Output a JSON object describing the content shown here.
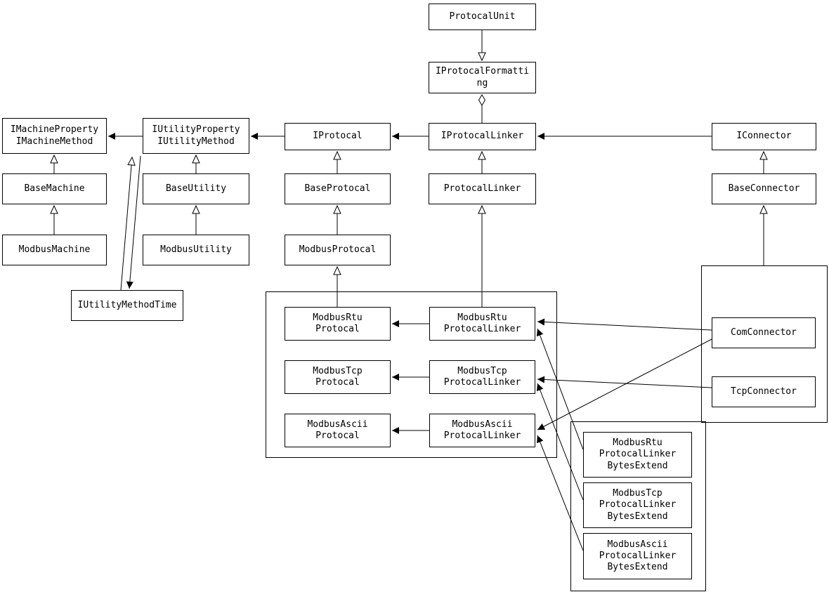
{
  "diagram": {
    "nodes": {
      "protocal_unit": "ProtocalUnit",
      "iprotocal_formatting": "IProtocalFormatti\nng",
      "iprotocal_linker": "IProtocalLinker",
      "iprotocal": "IProtocal",
      "iutility": "IUtilityProperty\nIUtilityMethod",
      "imachine": "IMachineProperty\nIMachineMethod",
      "base_machine": "BaseMachine",
      "modbus_machine": "ModbusMachine",
      "base_utility": "BaseUtility",
      "modbus_utility": "ModbusUtility",
      "iutility_method_time": "IUtilityMethodTime",
      "base_protocal": "BaseProtocal",
      "modbus_protocal": "ModbusProtocal",
      "protocal_linker": "ProtocalLinker",
      "iconnector": "IConnector",
      "base_connector": "BaseConnector",
      "modbus_rtu_protocal": "ModbusRtu\nProtocal",
      "modbus_rtu_protocal_linker": "ModbusRtu\nProtocalLinker",
      "modbus_tcp_protocal": "ModbusTcp\nProtocal",
      "modbus_tcp_protocal_linker": "ModbusTcp\nProtocalLinker",
      "modbus_ascii_protocal": "ModbusAscii\nProtocal",
      "modbus_ascii_protocal_linker": "ModbusAscii\nProtocalLinker",
      "com_connector": "ComConnector",
      "tcp_connector": "TcpConnector",
      "modbus_rtu_plbe": "ModbusRtu\nProtocalLinker\nBytesExtend",
      "modbus_tcp_plbe": "ModbusTcp\nProtocalLinker\nBytesExtend",
      "modbus_ascii_plbe": "ModbusAscii\nProtocalLinker\nBytesExtend"
    },
    "edges": [
      {
        "from": "ProtocalUnit",
        "to": "IProtocalFormatting",
        "type": "generalization"
      },
      {
        "from": "IProtocalLinker",
        "to": "IProtocalFormatting",
        "type": "aggregation"
      },
      {
        "from": "IProtocalLinker",
        "to": "IProtocal",
        "type": "association"
      },
      {
        "from": "IProtocal",
        "to": "IUtilityProperty/IUtilityMethod",
        "type": "association"
      },
      {
        "from": "IUtilityProperty/IUtilityMethod",
        "to": "IMachineProperty/IMachineMethod",
        "type": "association"
      },
      {
        "from": "IConnector",
        "to": "IProtocalLinker",
        "type": "association"
      },
      {
        "from": "BaseMachine",
        "to": "IMachineProperty/IMachineMethod",
        "type": "generalization"
      },
      {
        "from": "ModbusMachine",
        "to": "BaseMachine",
        "type": "generalization"
      },
      {
        "from": "BaseUtility",
        "to": "IUtilityProperty/IUtilityMethod",
        "type": "generalization"
      },
      {
        "from": "ModbusUtility",
        "to": "BaseUtility",
        "type": "generalization"
      },
      {
        "from": "IUtilityMethodTime",
        "to": "IUtilityProperty/IUtilityMethod",
        "type": "generalization"
      },
      {
        "from": "IUtilityProperty/IUtilityMethod",
        "to": "IUtilityMethodTime",
        "type": "association"
      },
      {
        "from": "BaseProtocal",
        "to": "IProtocal",
        "type": "generalization"
      },
      {
        "from": "ModbusProtocal",
        "to": "BaseProtocal",
        "type": "generalization"
      },
      {
        "from": "ProtocalLinker",
        "to": "IProtocalLinker",
        "type": "generalization"
      },
      {
        "from": "BaseConnector",
        "to": "IConnector",
        "type": "generalization"
      },
      {
        "from": "ModbusRtuProtocal",
        "to": "ModbusProtocal",
        "type": "generalization"
      },
      {
        "from": "ModbusRtuProtocalLinker",
        "to": "ProtocalLinker",
        "type": "generalization"
      },
      {
        "from": "ConnectorsGroup",
        "to": "BaseConnector",
        "type": "generalization"
      },
      {
        "from": "ModbusRtuProtocalLinker",
        "to": "ModbusRtuProtocal",
        "type": "association"
      },
      {
        "from": "ModbusTcpProtocalLinker",
        "to": "ModbusTcpProtocal",
        "type": "association"
      },
      {
        "from": "ModbusAsciiProtocalLinker",
        "to": "ModbusAsciiProtocal",
        "type": "association"
      },
      {
        "from": "ComConnector",
        "to": "ModbusRtuProtocalLinker",
        "type": "association"
      },
      {
        "from": "ComConnector",
        "to": "ModbusAsciiProtocalLinker",
        "type": "association"
      },
      {
        "from": "TcpConnector",
        "to": "ModbusTcpProtocalLinker",
        "type": "association"
      },
      {
        "from": "ModbusRtuProtocalLinkerBytesExtend",
        "to": "ModbusRtuProtocalLinker",
        "type": "association"
      },
      {
        "from": "ModbusTcpProtocalLinkerBytesExtend",
        "to": "ModbusTcpProtocalLinker",
        "type": "association"
      },
      {
        "from": "ModbusAsciiProtocalLinkerBytesExtend",
        "to": "ModbusAsciiProtocalLinker",
        "type": "association"
      }
    ]
  }
}
